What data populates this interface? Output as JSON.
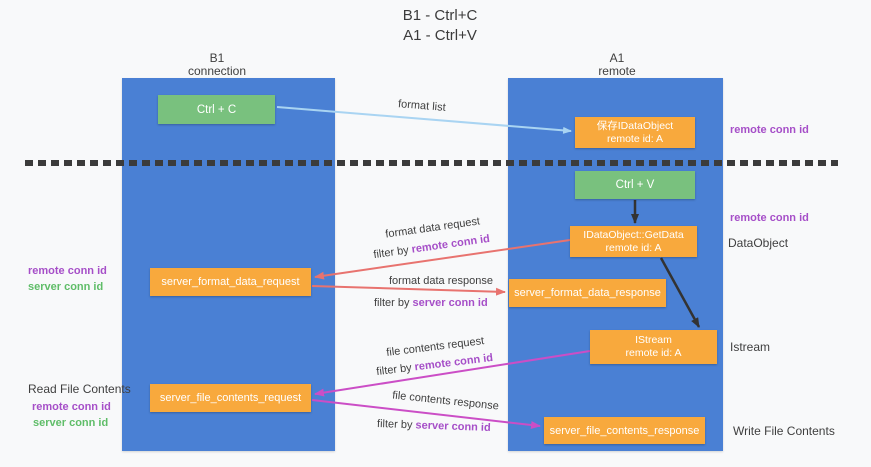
{
  "title": {
    "line1": "B1 - Ctrl+C",
    "line2": "A1 - Ctrl+V"
  },
  "columns": {
    "left": {
      "header_line1": "B1",
      "header_line2": "connection"
    },
    "right": {
      "header_line1": "A1",
      "header_line2": "remote"
    }
  },
  "boxes": {
    "ctrl_c": "Ctrl + C",
    "ctrl_v": "Ctrl + V",
    "save_dataobject": {
      "line1": "保存IDataObject",
      "line2": "remote id: A"
    },
    "getdata": {
      "line1": "IDataObject::GetData",
      "line2": "remote id: A"
    },
    "istream": {
      "line1": "IStream",
      "line2": "remote id: A"
    },
    "format_request": "server_format_data_request",
    "format_response": "server_format_data_response",
    "file_request": "server_file_contents_request",
    "file_response": "server_file_contents_response"
  },
  "arrow_labels": {
    "format_list": "format list",
    "format_data_request": {
      "line1": "format data request",
      "filter_prefix": "filter by ",
      "filter_id": "remote conn id"
    },
    "format_data_response": {
      "line1": "format data response",
      "filter_prefix": "filter by ",
      "filter_id": "server conn id"
    },
    "file_contents_request": {
      "line1": "file contents request",
      "filter_prefix": "filter by ",
      "filter_id": "remote conn id"
    },
    "file_contents_response": {
      "line1": "file contents response",
      "filter_prefix": "filter by ",
      "filter_id": "server conn id"
    }
  },
  "side_labels": {
    "right_remote_conn_top": "remote conn id",
    "right_remote_conn_mid": "remote conn id",
    "right_dataobject": "DataObject",
    "right_istream": "Istream",
    "right_write_file": "Write File Contents",
    "left_remote_conn_mid": "remote conn id",
    "left_server_conn_mid": "server conn id",
    "left_read_file": "Read File Contents",
    "left_remote_conn_bottom": "remote conn id",
    "left_server_conn_bottom": "server conn id"
  },
  "colors": {
    "column_blue": "#4a80d4",
    "box_green": "#79c17e",
    "box_orange": "#f8a93d",
    "arrow_light_blue": "#a9d4f2",
    "arrow_red": "#e8736f",
    "arrow_magenta": "#cb4ec6",
    "arrow_black": "#333333",
    "dashed_divider": "#3b3b3b",
    "label_purple": "#a64fc8",
    "label_green": "#5fbd68",
    "text_dark": "#3f3f3f",
    "background": "#f8f9fa"
  }
}
